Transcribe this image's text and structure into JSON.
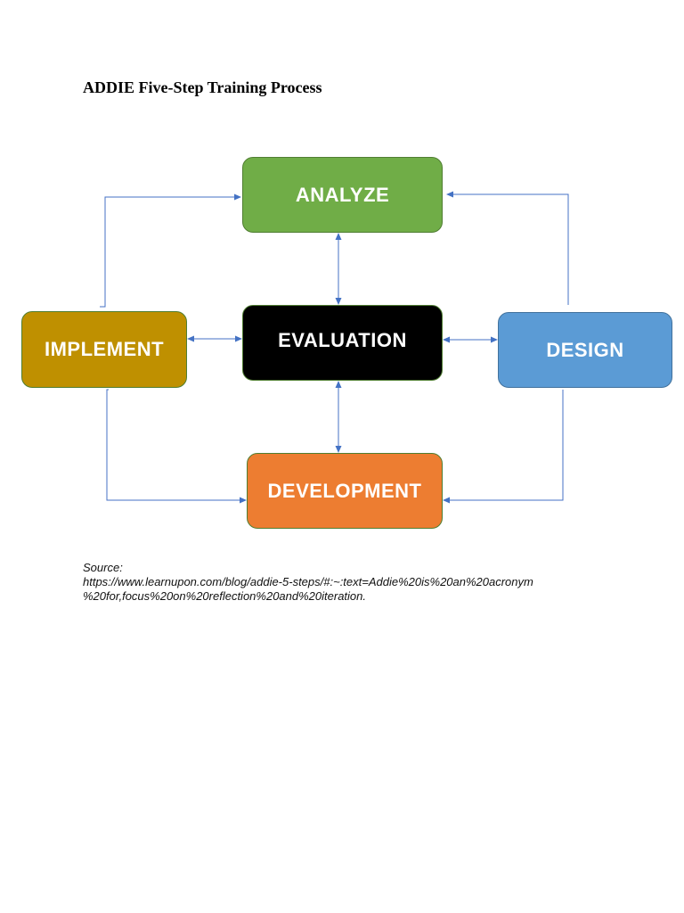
{
  "title": "ADDIE Five-Step Training Process",
  "colors": {
    "analyze": "#70ad47",
    "evaluation": "#000000",
    "implement": "#bf9000",
    "design": "#5b9bd5",
    "development": "#ed7d31",
    "connector": "#4472c4"
  },
  "nodes": {
    "analyze": "ANALYZE",
    "evaluation": "EVALUATION",
    "implement": "IMPLEMENT",
    "design": "DESIGN",
    "development": "DEVELOPMENT"
  },
  "edges": [
    {
      "from": "design",
      "to": "analyze",
      "bidirectional": false
    },
    {
      "from": "analyze",
      "to": "evaluation",
      "bidirectional": true
    },
    {
      "from": "evaluation",
      "to": "implement",
      "bidirectional": true
    },
    {
      "from": "evaluation",
      "to": "design",
      "bidirectional": true
    },
    {
      "from": "evaluation",
      "to": "development",
      "bidirectional": true
    },
    {
      "from": "implement",
      "to": "analyze",
      "bidirectional": false
    },
    {
      "from": "implement",
      "to": "development",
      "bidirectional": false
    },
    {
      "from": "design",
      "to": "development",
      "bidirectional": false
    }
  ],
  "source": {
    "label": "Source:",
    "url_line1": "https://www.learnupon.com/blog/addie-5-steps/#:~:text=Addie%20is%20an%20acronym",
    "url_line2": "%20for,focus%20on%20reflection%20and%20iteration."
  }
}
